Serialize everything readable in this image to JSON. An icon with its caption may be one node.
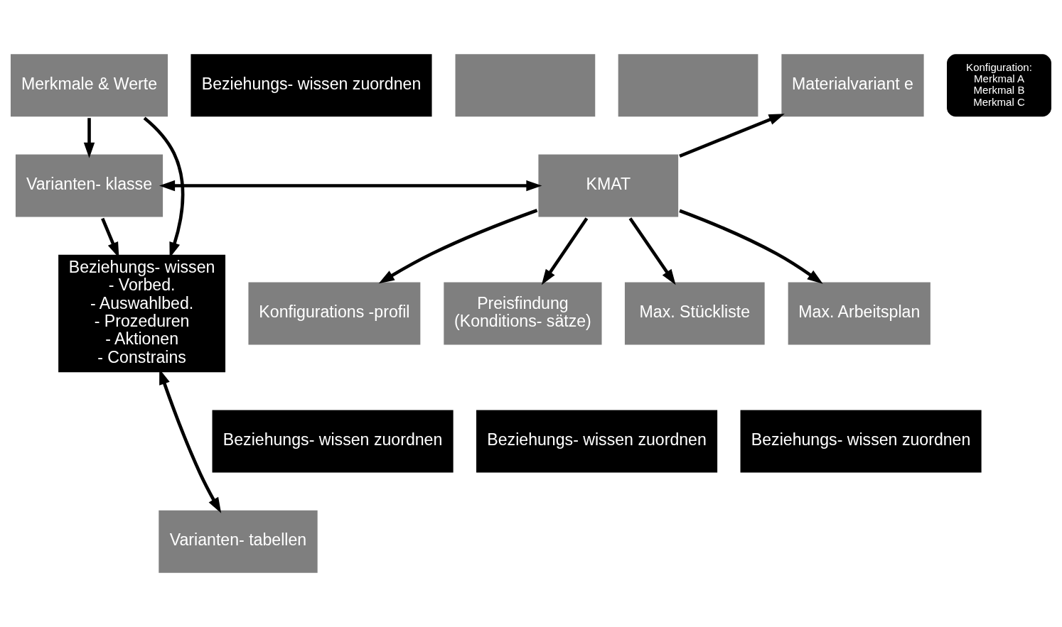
{
  "diagram": {
    "nodes": [
      {
        "text": [
          "Merkmale & Werte"
        ]
      },
      {
        "text": [
          "Beziehungs- wissen zuordnen"
        ]
      },
      {
        "text": [
          "Konfiguration:",
          "Merkmal A",
          "Merkmal B",
          "Merkmal C"
        ]
      },
      {
        "text": [],
        "shape": "box"
      },
      {
        "text": [],
        "shape": "box"
      },
      {
        "text": [
          "Materialvariant e"
        ]
      },
      {
        "text": [
          "Varianten- klasse"
        ]
      },
      {
        "text": [
          "KMAT"
        ]
      },
      {
        "text": [
          "Konfigurations -profil"
        ]
      },
      {
        "text": [
          "Beziehungs- wissen zuordnen"
        ]
      },
      {
        "text": [
          "Preisfindung",
          "(Konditions- sätze)"
        ]
      },
      {
        "text": [
          "Max. Stückliste"
        ]
      },
      {
        "text": [
          "Beziehungs- wissen zuordnen"
        ]
      },
      {
        "text": [
          "Max. Arbeitsplan"
        ]
      },
      {
        "text": [
          "Beziehungs- wissen zuordnen"
        ]
      },
      {
        "text": [
          "Beziehungs- wissen",
          "- Vorbed.",
          "- Auswahlbed.",
          "- Prozeduren",
          "- Aktionen",
          "- Constrains"
        ]
      },
      {
        "text": [
          "Varianten- tabellen"
        ]
      }
    ],
    "edges": [
      {
        "from": 0,
        "to": 6,
        "arrow": "to"
      },
      {
        "from": 6,
        "to": 7,
        "arrow": "both"
      },
      {
        "from": 6,
        "to": 15,
        "arrow": "to"
      },
      {
        "from": 0,
        "to": 15,
        "arrow": "to"
      },
      {
        "from": 7,
        "to": 5,
        "arrow": "to"
      },
      {
        "from": 7,
        "to": 8,
        "arrow": "to"
      },
      {
        "from": 7,
        "to": 10,
        "arrow": "to"
      },
      {
        "from": 7,
        "to": 11,
        "arrow": "to"
      },
      {
        "from": 7,
        "to": 13,
        "arrow": "to"
      },
      {
        "from": 15,
        "to": 16,
        "arrow": "both"
      }
    ]
  }
}
